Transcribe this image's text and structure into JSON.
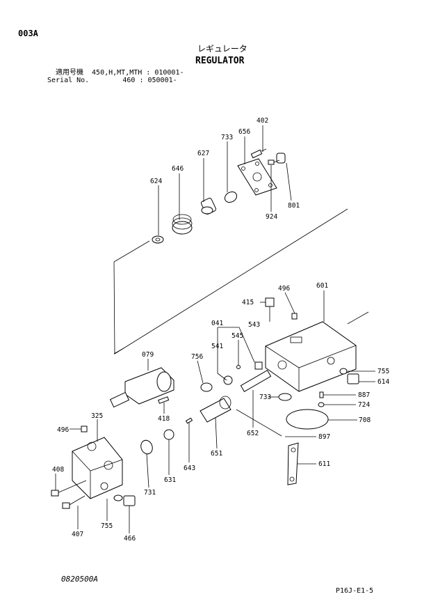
{
  "header": {
    "page_code": "003A",
    "title_jp": "レギュレータ",
    "title_en": "REGULATOR",
    "model_line": "適用号機  450,H,MT,MTH : 010001-",
    "serial_line": "Serial No.        460 : 050001-"
  },
  "footer": {
    "drawing_no": "0820500A",
    "sheet_ref": "P16J-E1-5"
  },
  "callouts": {
    "p402": "402",
    "p656": "656",
    "p733a": "733",
    "p627": "627",
    "p646": "646",
    "p624": "624",
    "p801": "801",
    "p924": "924",
    "p496a": "496",
    "p601": "601",
    "p415": "415",
    "p041": "041",
    "p543": "543",
    "p545": "545",
    "p541": "541",
    "p079": "079",
    "p756": "756",
    "p755a": "755",
    "p614": "614",
    "p733b": "733",
    "p887": "887",
    "p724": "724",
    "p708": "708",
    "p418": "418",
    "p325": "325",
    "p496b": "496",
    "p652": "652",
    "p897": "897",
    "p408": "408",
    "p731": "731",
    "p631": "631",
    "p643": "643",
    "p651": "651",
    "p611": "611",
    "p407": "407",
    "p755b": "755",
    "p466": "466"
  }
}
